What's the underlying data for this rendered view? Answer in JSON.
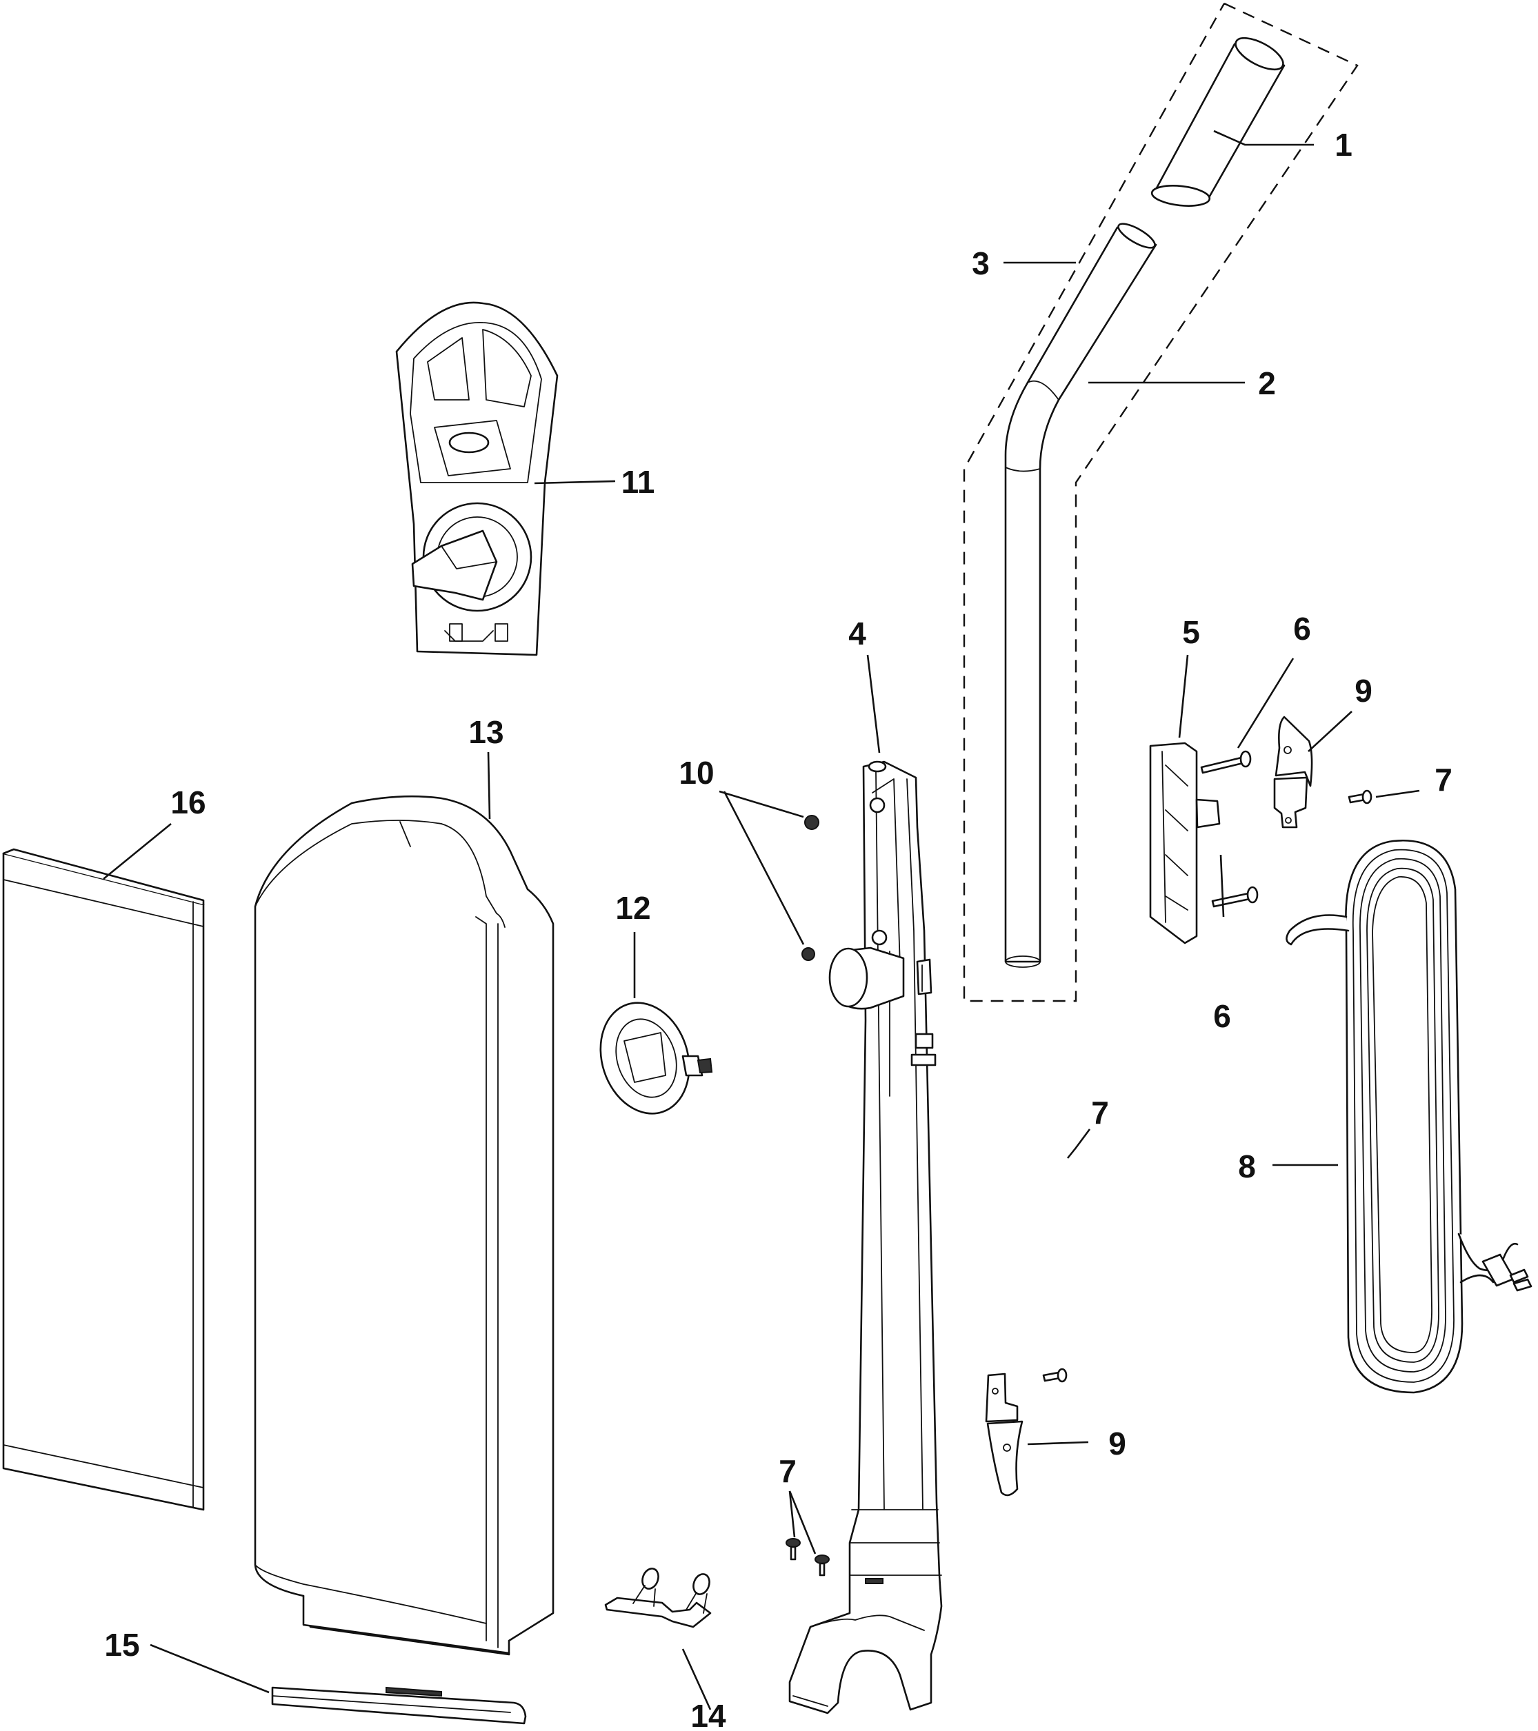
{
  "figure": {
    "callouts": [
      {
        "id": "c1",
        "text": "1"
      },
      {
        "id": "c2",
        "text": "2"
      },
      {
        "id": "c3",
        "text": "3"
      },
      {
        "id": "c4",
        "text": "4"
      },
      {
        "id": "c5",
        "text": "5"
      },
      {
        "id": "c6a",
        "text": "6"
      },
      {
        "id": "c6b",
        "text": "6"
      },
      {
        "id": "c7a",
        "text": "7"
      },
      {
        "id": "c7b",
        "text": "7"
      },
      {
        "id": "c7c",
        "text": "7"
      },
      {
        "id": "c8",
        "text": "8"
      },
      {
        "id": "c9a",
        "text": "9"
      },
      {
        "id": "c9b",
        "text": "9"
      },
      {
        "id": "c10",
        "text": "10"
      },
      {
        "id": "c11",
        "text": "11"
      },
      {
        "id": "c12",
        "text": "12"
      },
      {
        "id": "c13",
        "text": "13"
      },
      {
        "id": "c14",
        "text": "14"
      },
      {
        "id": "c15",
        "text": "15"
      },
      {
        "id": "c16",
        "text": "16"
      }
    ]
  }
}
